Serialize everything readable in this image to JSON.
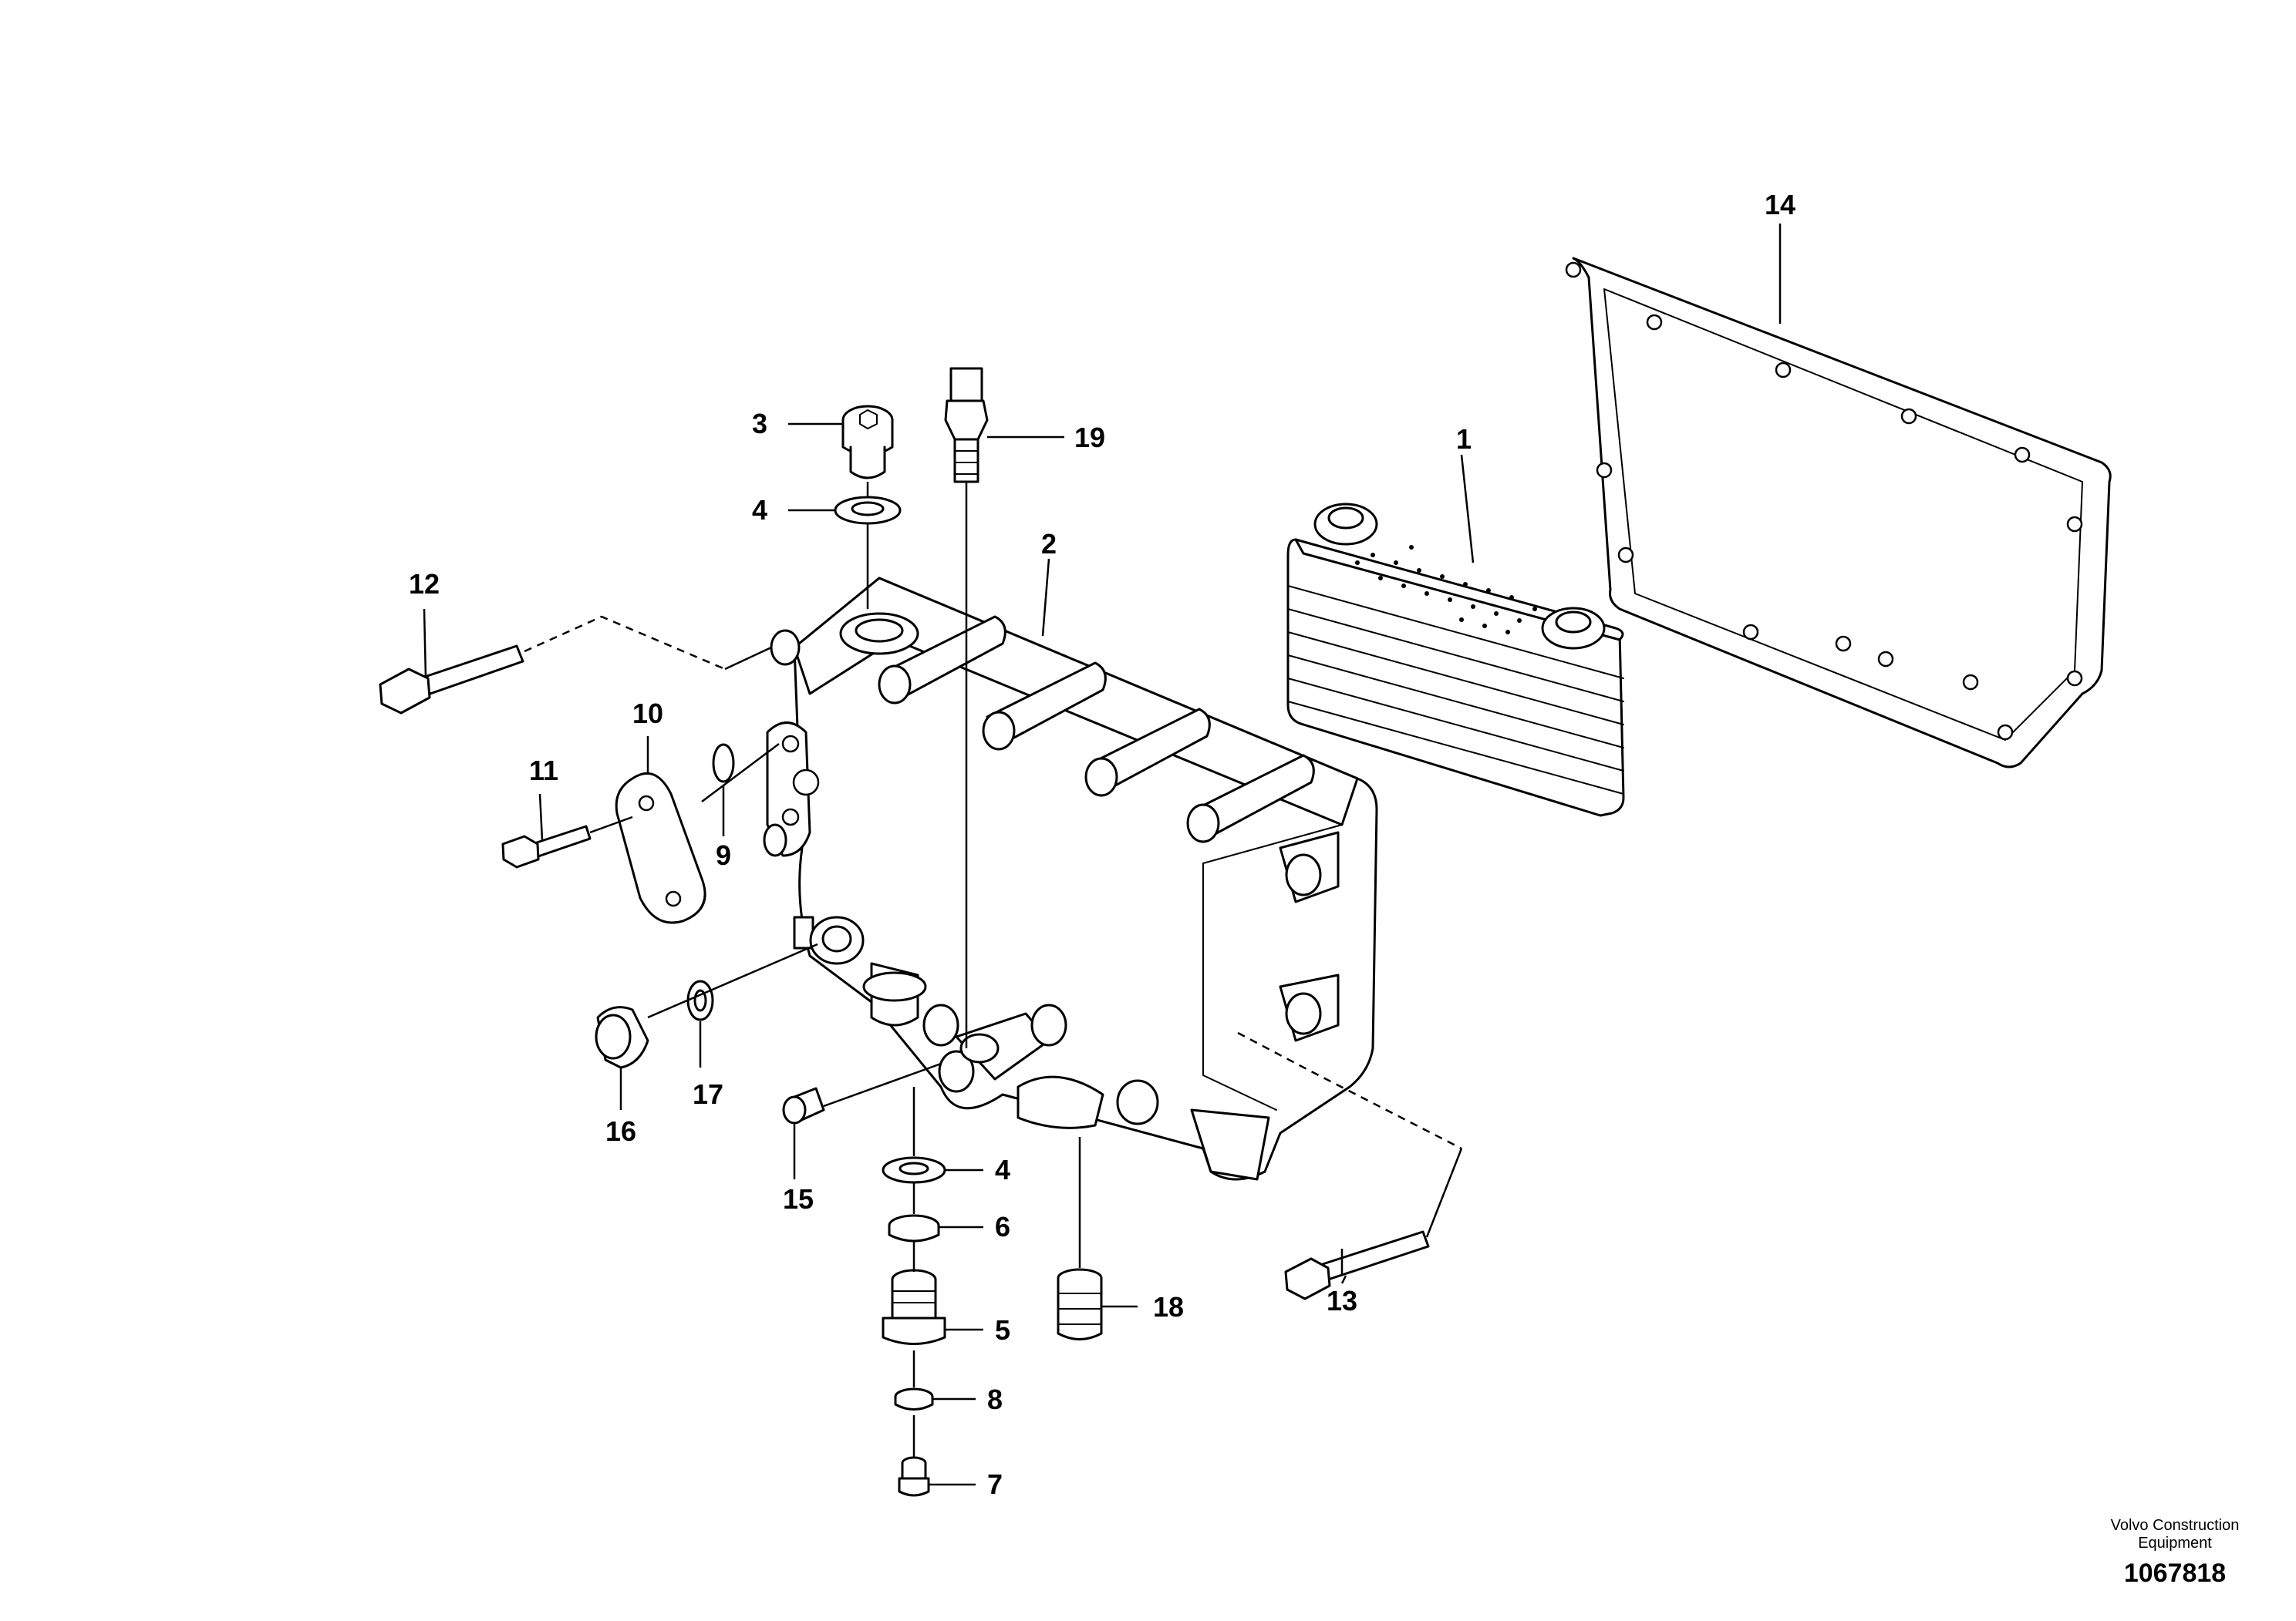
{
  "callouts": {
    "c1": "1",
    "c2": "2",
    "c3": "3",
    "c4a": "4",
    "c4b": "4",
    "c5": "5",
    "c6": "6",
    "c7": "7",
    "c8": "8",
    "c9": "9",
    "c10": "10",
    "c11": "11",
    "c12": "12",
    "c13": "13",
    "c14": "14",
    "c15": "15",
    "c16": "16",
    "c17": "17",
    "c18": "18",
    "c19": "19"
  },
  "footer": {
    "org_line1": "Volvo Construction",
    "org_line2": "Equipment",
    "drawing_number": "1067818"
  }
}
